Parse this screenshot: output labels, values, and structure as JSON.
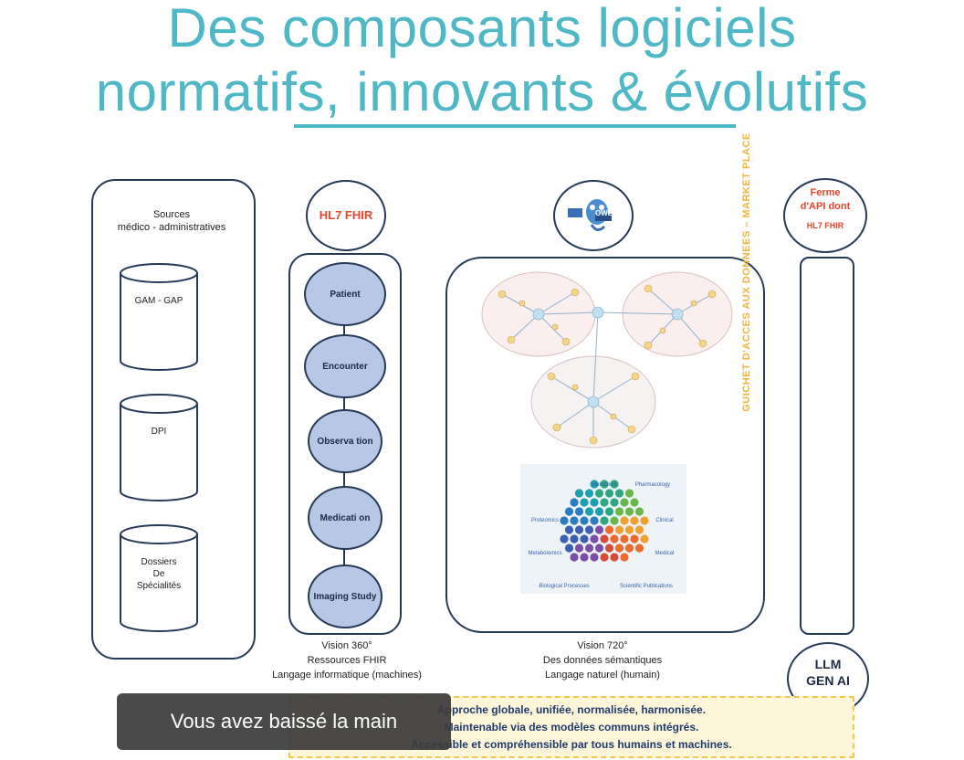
{
  "title": {
    "line1": "Des composants logiciels",
    "line2": "normatifs, innovants & évolutifs"
  },
  "sources": {
    "header_line1": "Sources",
    "header_line2": "médico - administratives",
    "db1": "GAM - GAP",
    "db2": "DPI",
    "db3_line1": "Dossiers",
    "db3_line2": "De",
    "db3_line3": "Spécialités"
  },
  "fhir": {
    "logo": "HL7 FHIR",
    "resources": [
      "Patient",
      "Encounter",
      "Observa tion",
      "Medicati on",
      "Imaging Study"
    ],
    "caption_line1": "Vision 360°",
    "caption_line2": "Ressources FHIR",
    "caption_line3": "Langage informatique (machines)"
  },
  "semantic": {
    "logo": "OWL",
    "omics_labels": [
      "Genomics",
      "Pharmacology",
      "Proteomics",
      "Clinical",
      "Metabolomics",
      "Medical",
      "Biological Processes",
      "Scientific Publications"
    ],
    "caption_line1": "Vision 720°",
    "caption_line2": "Des données sémantiques",
    "caption_line3": "Langage naturel (humain)"
  },
  "api": {
    "title_line1": "Ferme",
    "title_line2": "d'API dont",
    "logo": "HL7 FHIR",
    "vertical_label": "GUICHET D'ACCES AUX DONNEES – MARKET PLACE",
    "llm_line1": "LLM",
    "llm_line2": "GEN AI"
  },
  "banner": {
    "line1": "Approche globale, unifiée, normalisée, harmonisée.",
    "line2": "Maintenable via des modèles communs intégrés.",
    "line3": "Accessible et compréhensible par tous humains et machines."
  },
  "toast": {
    "message": "Vous avez baissé la main"
  },
  "colors": {
    "title": "#4fb8c7",
    "outline": "#263a57",
    "resource_fill": "#b7c7e6",
    "accent_yellow": "#f2b53b",
    "fhir_red": "#e8462c"
  }
}
